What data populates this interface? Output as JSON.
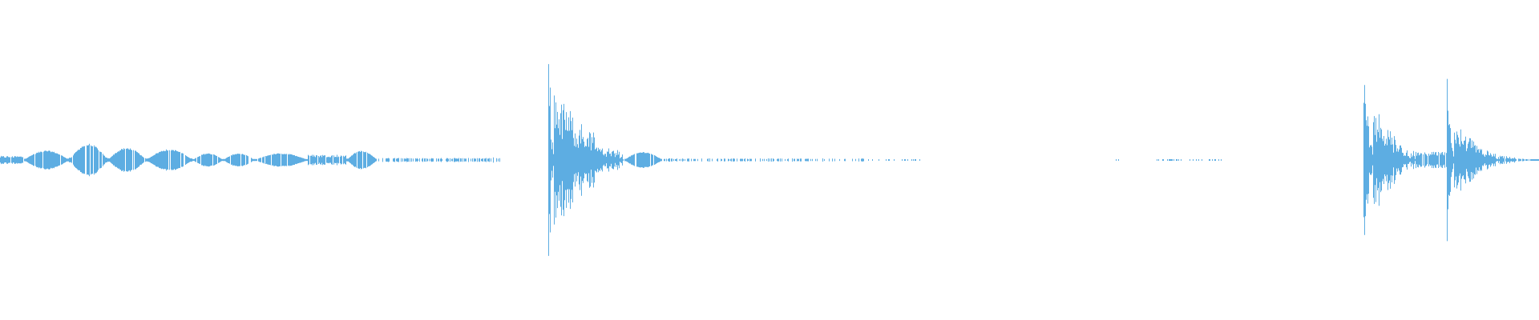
{
  "waveform": {
    "color": "#5DADE2",
    "segments": [
      {
        "start": 0.0,
        "end": 0.015,
        "amplitude": 0.03,
        "envelope": "flat",
        "density": 0.9
      },
      {
        "start": 0.015,
        "end": 0.045,
        "amplitude": 0.07,
        "envelope": "lobes",
        "density": 0.9
      },
      {
        "start": 0.045,
        "end": 0.07,
        "amplitude": 0.12,
        "envelope": "lobes",
        "density": 0.9
      },
      {
        "start": 0.07,
        "end": 0.095,
        "amplitude": 0.09,
        "envelope": "lobes",
        "density": 0.9
      },
      {
        "start": 0.095,
        "end": 0.125,
        "amplitude": 0.08,
        "envelope": "lobes",
        "density": 0.9
      },
      {
        "start": 0.125,
        "end": 0.145,
        "amplitude": 0.05,
        "envelope": "lobes",
        "density": 0.9
      },
      {
        "start": 0.145,
        "end": 0.165,
        "amplitude": 0.05,
        "envelope": "lobes",
        "density": 0.9
      },
      {
        "start": 0.165,
        "end": 0.2,
        "amplitude": 0.05,
        "envelope": "lobes",
        "density": 0.9
      },
      {
        "start": 0.2,
        "end": 0.225,
        "amplitude": 0.04,
        "envelope": "flat",
        "density": 0.85
      },
      {
        "start": 0.225,
        "end": 0.245,
        "amplitude": 0.07,
        "envelope": "lobes",
        "density": 0.9
      },
      {
        "start": 0.245,
        "end": 0.32,
        "amplitude": 0.015,
        "envelope": "flat",
        "density": 0.6
      },
      {
        "start": 0.32,
        "end": 0.325,
        "amplitude": 0.02,
        "envelope": "flat",
        "density": 0.3
      },
      {
        "start": 0.356,
        "end": 0.36,
        "amplitude": 0.86,
        "envelope": "decay",
        "density": 1.0
      },
      {
        "start": 0.36,
        "end": 0.405,
        "amplitude": 0.55,
        "envelope": "decay",
        "density": 1.0
      },
      {
        "start": 0.405,
        "end": 0.43,
        "amplitude": 0.06,
        "envelope": "lobes",
        "density": 0.9
      },
      {
        "start": 0.43,
        "end": 0.565,
        "amplitude": 0.012,
        "envelope": "flat",
        "density": 0.4
      },
      {
        "start": 0.565,
        "end": 0.6,
        "amplitude": 0.006,
        "envelope": "flat",
        "density": 0.2
      },
      {
        "start": 0.725,
        "end": 0.728,
        "amplitude": 0.006,
        "envelope": "flat",
        "density": 0.3
      },
      {
        "start": 0.745,
        "end": 0.795,
        "amplitude": 0.006,
        "envelope": "flat",
        "density": 0.3
      },
      {
        "start": 0.886,
        "end": 0.892,
        "amplitude": 0.76,
        "envelope": "decay",
        "density": 1.0
      },
      {
        "start": 0.892,
        "end": 0.92,
        "amplitude": 0.45,
        "envelope": "decay",
        "density": 1.0
      },
      {
        "start": 0.92,
        "end": 0.94,
        "amplitude": 0.06,
        "envelope": "flat",
        "density": 0.9
      },
      {
        "start": 0.94,
        "end": 0.945,
        "amplitude": 0.62,
        "envelope": "decay",
        "density": 1.0
      },
      {
        "start": 0.945,
        "end": 0.975,
        "amplitude": 0.3,
        "envelope": "decay",
        "density": 1.0
      },
      {
        "start": 0.975,
        "end": 1.0,
        "amplitude": 0.035,
        "envelope": "decay",
        "density": 0.9
      }
    ]
  }
}
